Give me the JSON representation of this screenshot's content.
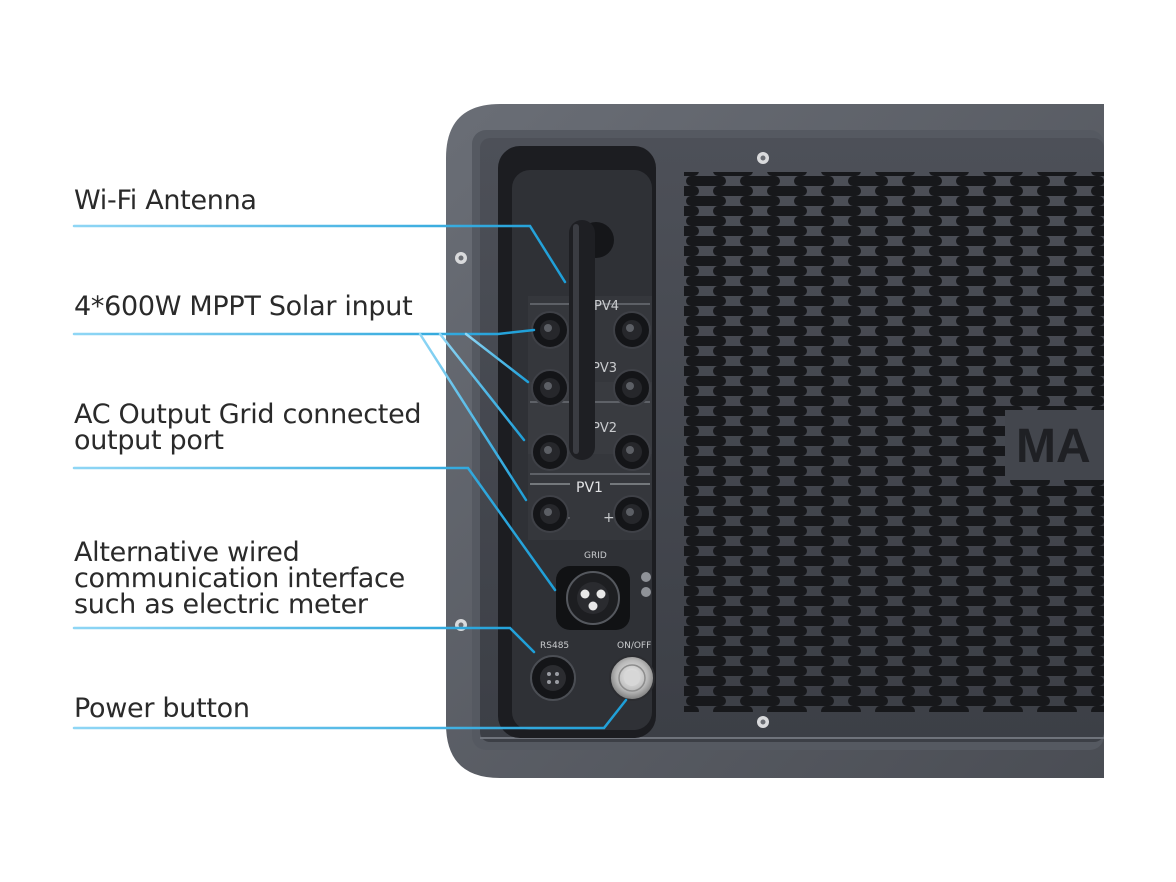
{
  "callouts": [
    {
      "id": "wifi",
      "text": "Wi-Fi Antenna"
    },
    {
      "id": "mppt",
      "text": "4*600W MPPT Solar input"
    },
    {
      "id": "ac",
      "text": "AC Output Grid connected\noutput port"
    },
    {
      "id": "comm",
      "text": "Alternative wired\ncommunication interface\nsuch as electric meter"
    },
    {
      "id": "power",
      "text": "Power button"
    }
  ],
  "device": {
    "pv_labels": [
      "PV4",
      "PV3",
      "PV2",
      "PV1"
    ],
    "port_labels": {
      "grid": "GRID",
      "rs485": "RS485",
      "onoff": "ON/OFF"
    },
    "polarity": {
      "minus": "-",
      "plus": "+"
    },
    "brand_partial": "MA"
  },
  "colors": {
    "leader_line": "#3fb6e6",
    "chassis": "#5a5e66",
    "panel": "#43464d",
    "port_bay": "#1c1d21"
  }
}
